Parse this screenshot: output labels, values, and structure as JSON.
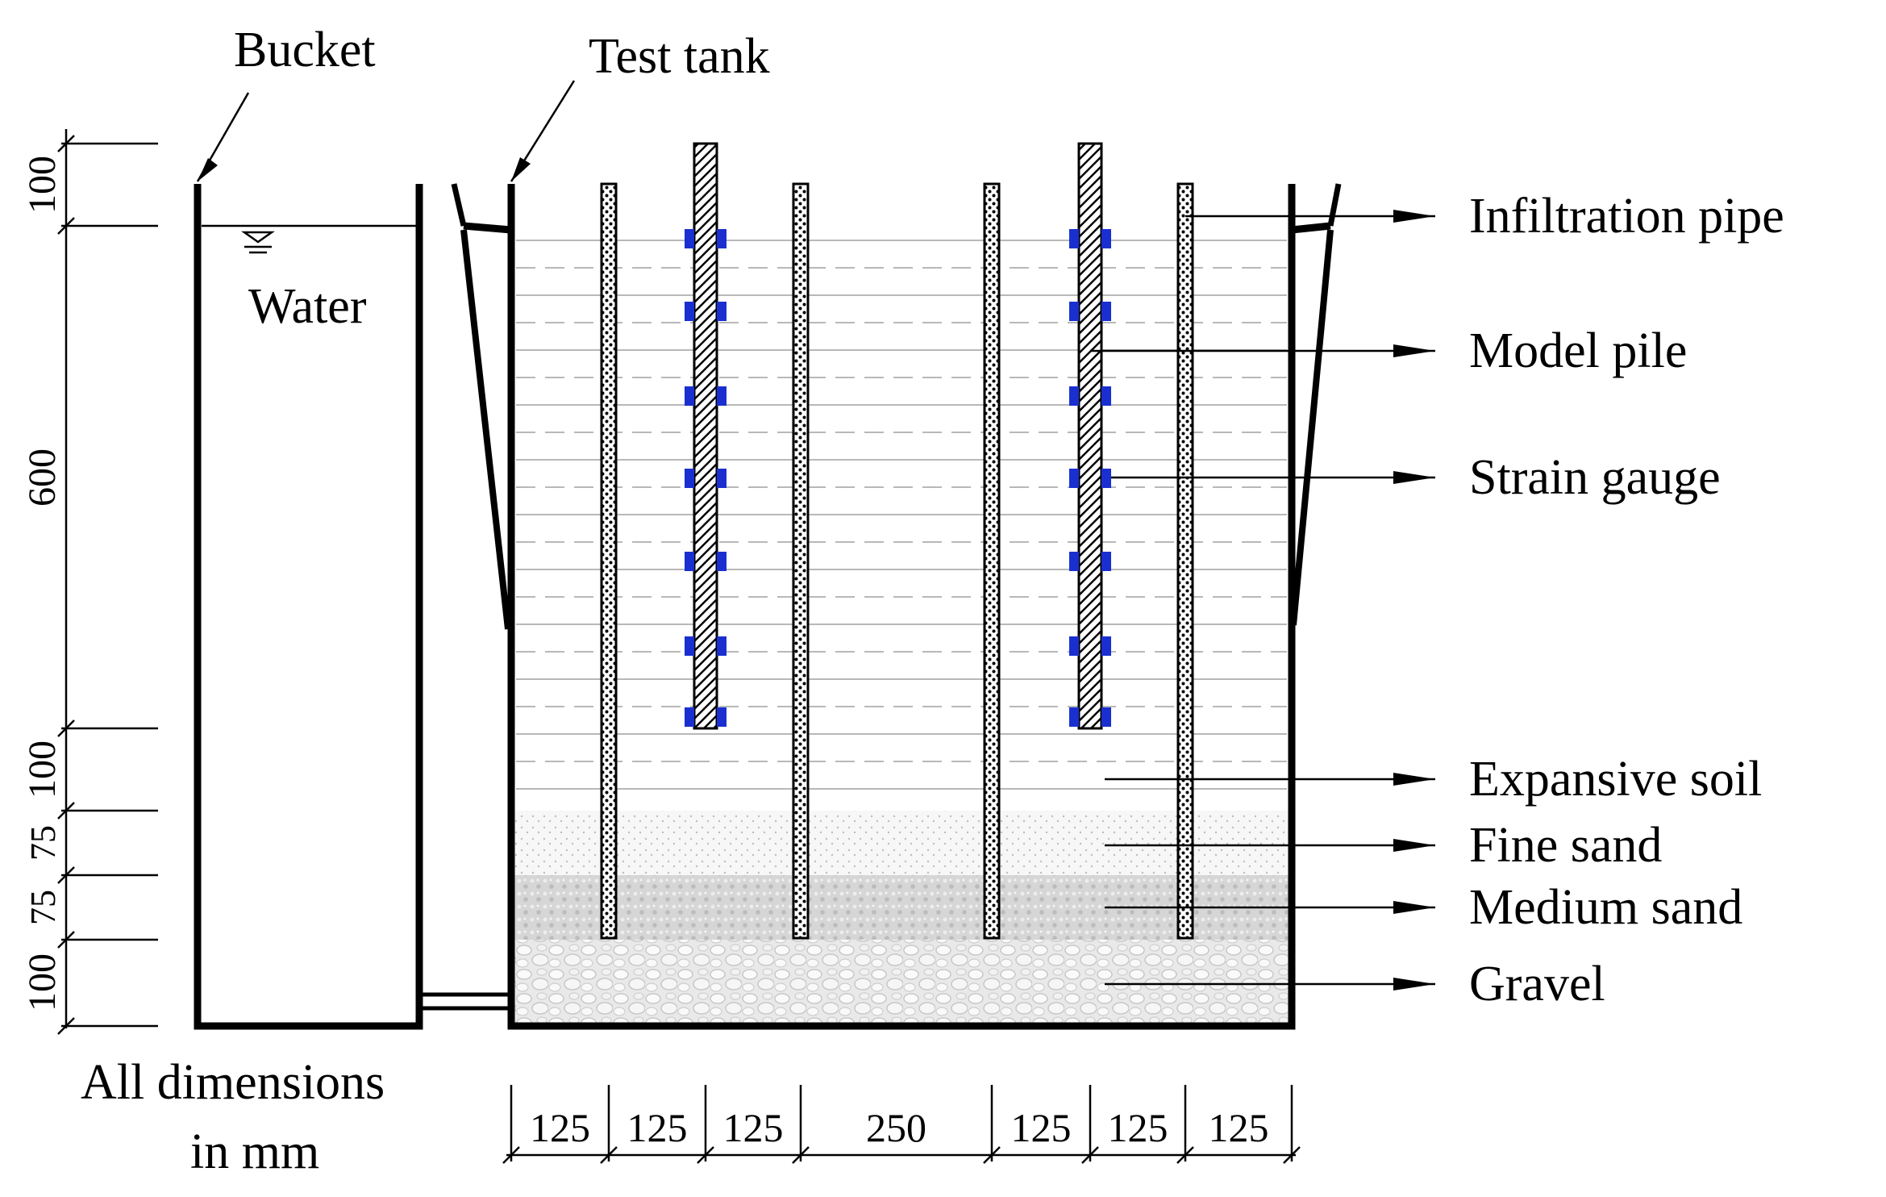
{
  "labels": {
    "bucket": "Bucket",
    "test_tank": "Test tank",
    "water": "Water",
    "dimensions_note_line1": "All dimensions",
    "dimensions_note_line2": "in mm"
  },
  "callouts": [
    {
      "id": "infiltration-pipe",
      "text": "Infiltration pipe"
    },
    {
      "id": "model-pile",
      "text": "Model pile"
    },
    {
      "id": "strain-gauge",
      "text": "Strain gauge"
    },
    {
      "id": "expansive-soil",
      "text": "Expansive soil"
    },
    {
      "id": "fine-sand",
      "text": "Fine sand"
    },
    {
      "id": "medium-sand",
      "text": "Medium sand"
    },
    {
      "id": "gravel",
      "text": "Gravel"
    }
  ],
  "vertical_dimensions": [
    "100",
    "600",
    "100",
    "75",
    "75",
    "100"
  ],
  "horizontal_dimensions": [
    "125",
    "125",
    "125",
    "250",
    "125",
    "125",
    "125"
  ],
  "colors": {
    "line": "#000000",
    "strain_gauge": "#1a2fd0",
    "soil_dash": "#b8b8b8",
    "sand": "#d9d9d9",
    "gravel": "#e6e6e6"
  }
}
